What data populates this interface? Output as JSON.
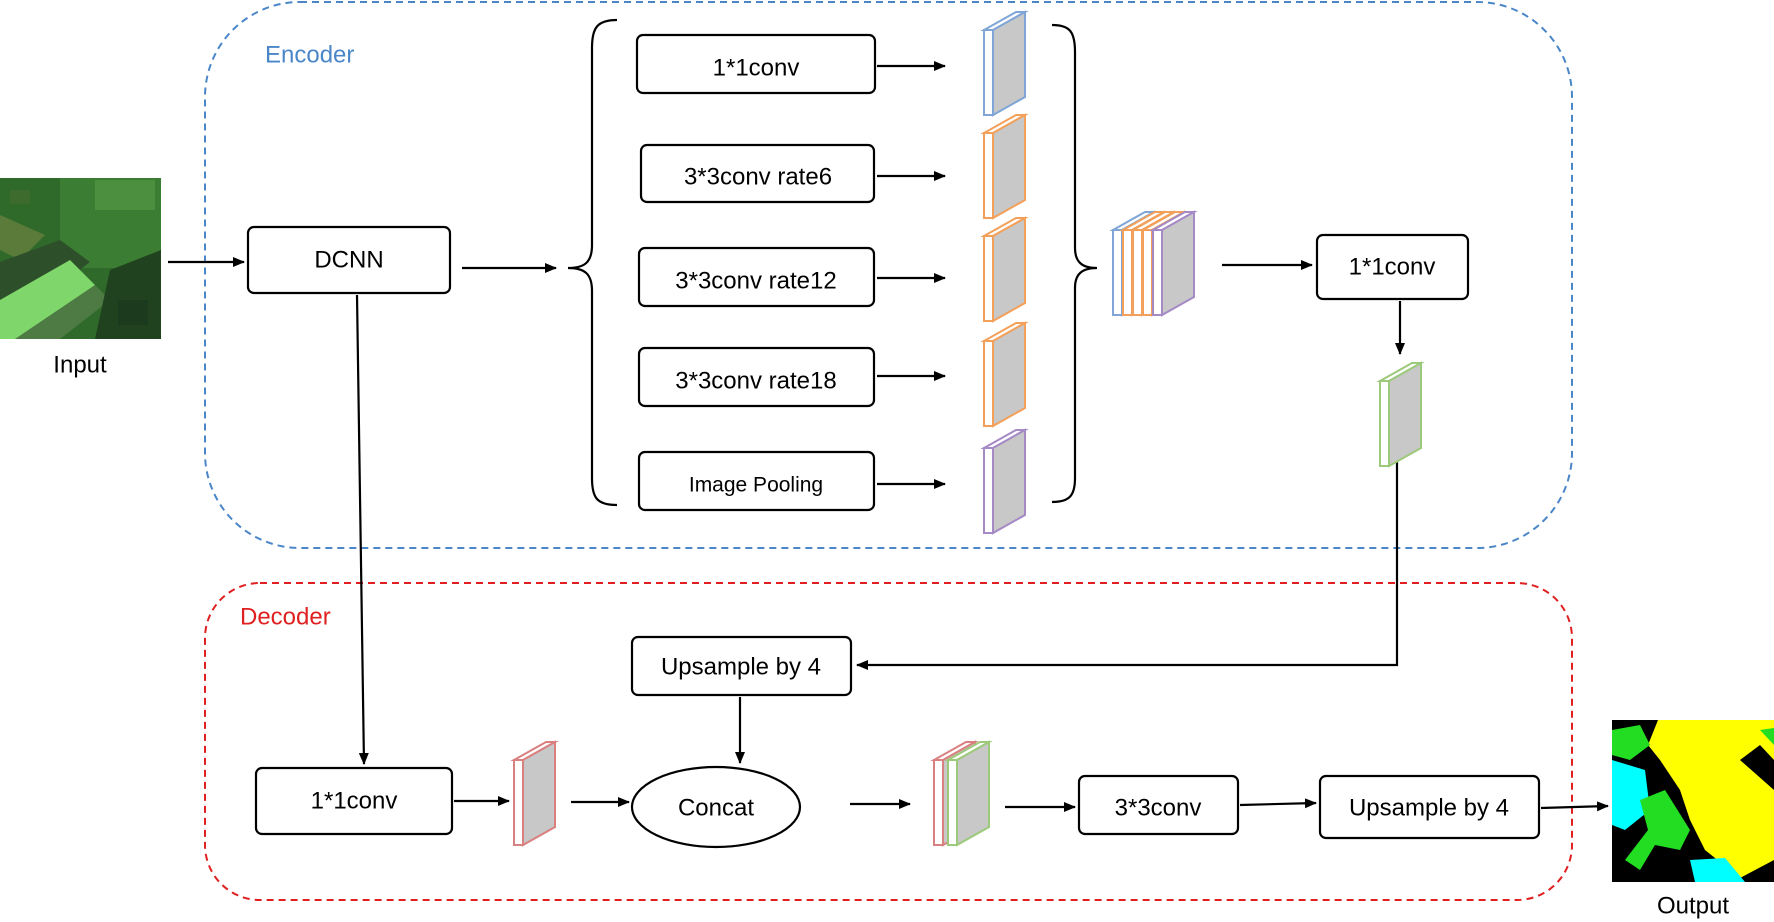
{
  "diagram": {
    "encoder_label": "Encoder",
    "decoder_label": "Decoder",
    "input_caption": "Input",
    "output_caption": "Output",
    "nodes": {
      "dcnn": "DCNN",
      "branch_1x1": "1*1conv",
      "branch_rate6": "3*3conv rate6",
      "branch_rate12": "3*3conv rate12",
      "branch_rate18": "3*3conv rate18",
      "branch_pooling": "Image Pooling",
      "encoder_1x1": "1*1conv",
      "upsample_1": "Upsample by 4",
      "decoder_1x1": "1*1conv",
      "concat": "Concat",
      "conv3x3": "3*3conv",
      "upsample_2": "Upsample by 4"
    },
    "colors": {
      "encoder_border": "#4a86c8",
      "decoder_border": "#e02020",
      "feature_blue": "#7fa6d6",
      "feature_orange": "#f2a05a",
      "feature_purple": "#a58ac6",
      "feature_green": "#9cc97a",
      "feature_red": "#d98080",
      "feature_face": "#c8c8c8",
      "seg_yellow": "#ffff00",
      "seg_cyan": "#00ffff",
      "seg_green": "#22dd22",
      "seg_black": "#000000"
    }
  }
}
